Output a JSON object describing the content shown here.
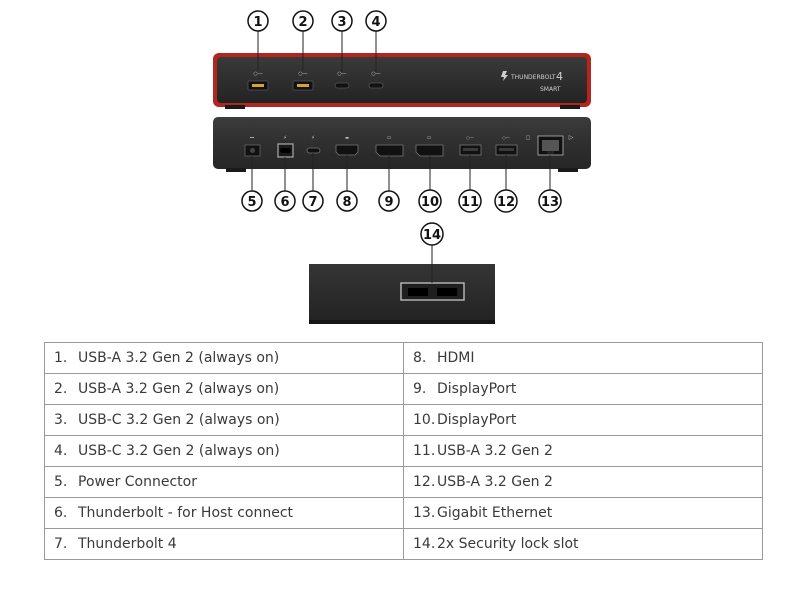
{
  "callouts": [
    "1",
    "2",
    "3",
    "4",
    "5",
    "6",
    "7",
    "8",
    "9",
    "10",
    "11",
    "12",
    "13",
    "14"
  ],
  "front_panel": {
    "brand": "THUNDERBOLT",
    "brand_number": "4",
    "model": "SMART"
  },
  "colors": {
    "front_accent": "#c0392b",
    "body_dark": "#2e2e2e",
    "table_border": "#9a9a9a",
    "text": "#3a3a3a"
  },
  "table": {
    "left": [
      {
        "num": "1.",
        "label": "USB-A 3.2 Gen 2 (always on)"
      },
      {
        "num": "2.",
        "label": "USB-A 3.2 Gen 2 (always on)"
      },
      {
        "num": "3.",
        "label": "USB-C 3.2 Gen 2 (always on)"
      },
      {
        "num": "4.",
        "label": "USB-C 3.2 Gen 2 (always on)"
      },
      {
        "num": "5.",
        "label": "Power Connector"
      },
      {
        "num": "6.",
        "label": "Thunderbolt - for Host connect"
      },
      {
        "num": "7.",
        "label": "Thunderbolt 4"
      }
    ],
    "right": [
      {
        "num": "8.",
        "label": "HDMI"
      },
      {
        "num": "9.",
        "label": "DisplayPort"
      },
      {
        "num": "10.",
        "label": "DisplayPort"
      },
      {
        "num": "11.",
        "label": "USB-A 3.2 Gen 2"
      },
      {
        "num": "12.",
        "label": "USB-A 3.2 Gen 2"
      },
      {
        "num": "13.",
        "label": "Gigabit Ethernet"
      },
      {
        "num": "14.",
        "label": "2x Security lock slot"
      }
    ]
  }
}
